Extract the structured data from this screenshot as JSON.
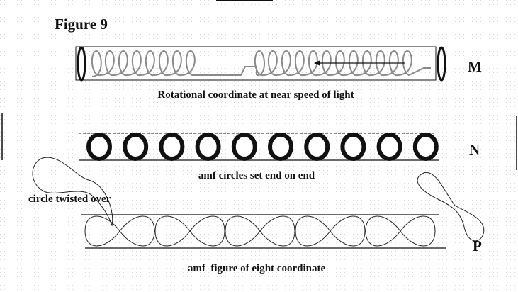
{
  "figure_title": "Figure 9",
  "rows": {
    "M": {
      "label": "M",
      "caption": "Rotational coordinate at near speed of light"
    },
    "N": {
      "label": "N",
      "caption": "amf circles set end on end",
      "circle_count": 10
    },
    "P": {
      "label": "P",
      "caption": "amf  figure of eight coordinate",
      "eight_count": 5
    }
  },
  "annotation": "circle twisted over",
  "colors": {
    "ink": "#111111",
    "coil": "#8a8a8a",
    "grid": "#d8d8d8"
  }
}
